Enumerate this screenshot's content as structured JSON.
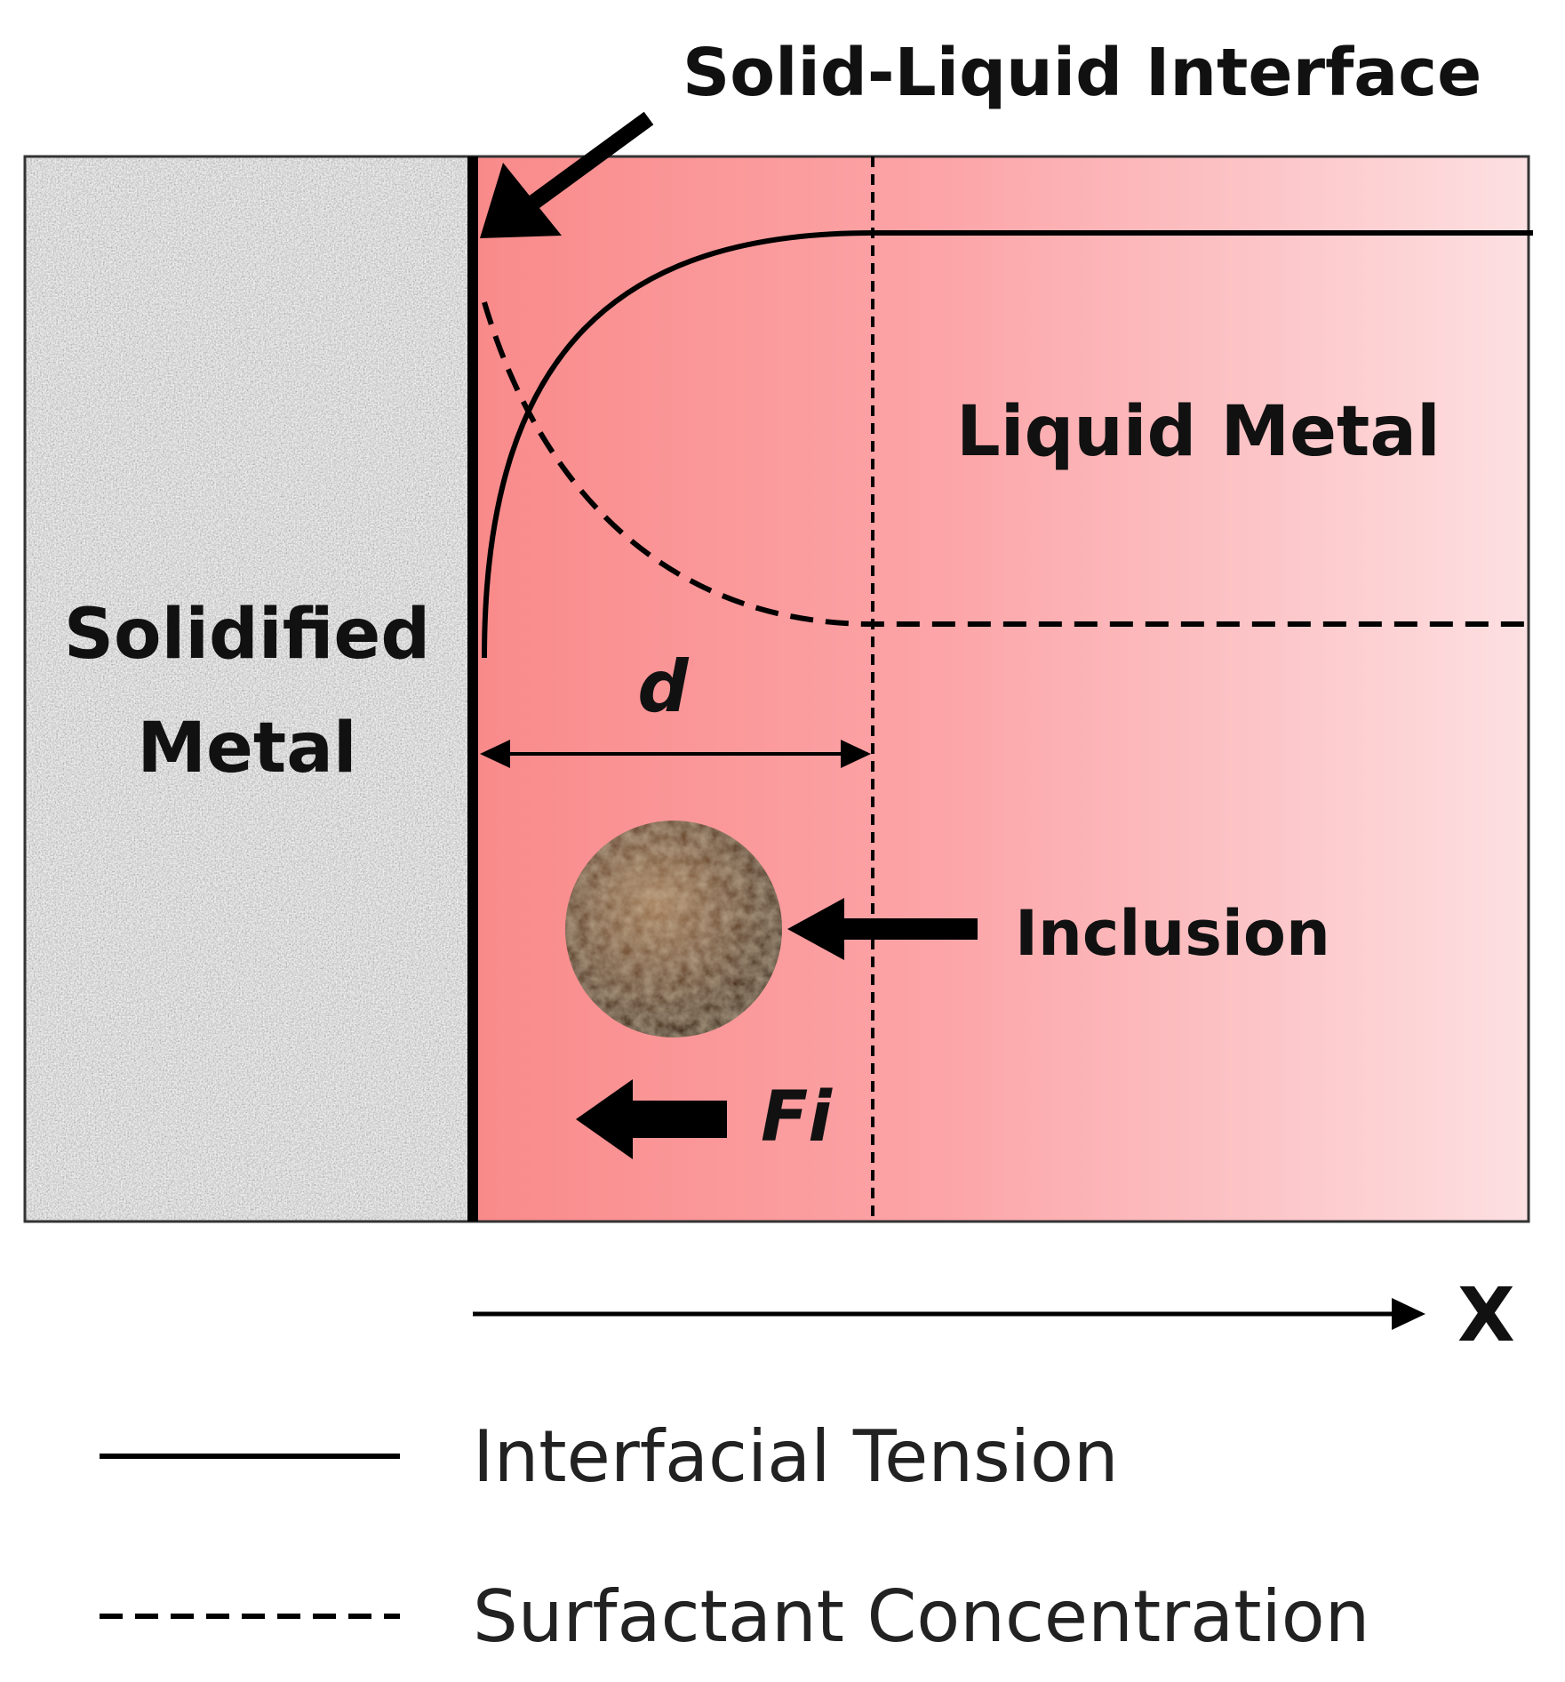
{
  "labels": {
    "interface": "Solid-Liquid Interface",
    "liquid": "Liquid Metal",
    "solid_line1": "Solidified",
    "solid_line2": "Metal",
    "distance": "d",
    "inclusion": "Inclusion",
    "force": "Fi",
    "axis": "X"
  },
  "legend": [
    {
      "label": "Interfacial Tension",
      "style": "solid"
    },
    {
      "label": "Surfactant Concentration",
      "style": "dashed"
    }
  ],
  "colors": {
    "liquid_near_interface": "#f98a8a",
    "liquid_far": "#fde0e2",
    "solid_speckle_light": "#d9d9d9",
    "solid_speckle_dark": "#5f5f5f",
    "inclusion": "#6b4a30",
    "line": "#000000"
  }
}
